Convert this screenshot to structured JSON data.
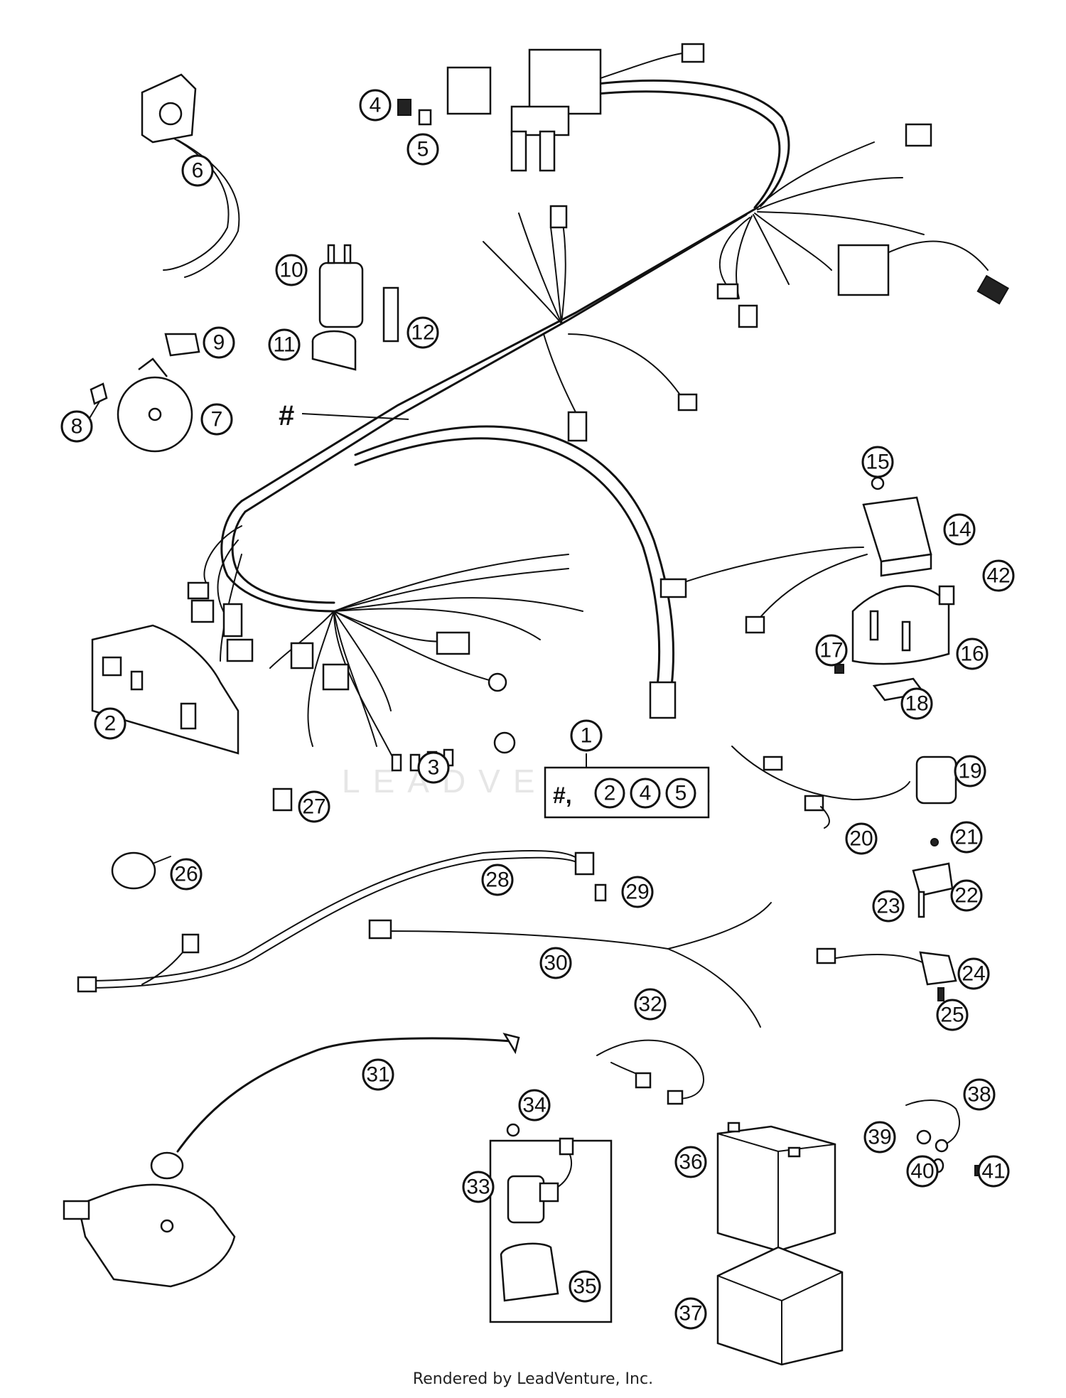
{
  "diagram": {
    "watermark": "LEADVENTURE",
    "hash_mark": "#",
    "kit_label": "#,",
    "kit_circled": [
      "2",
      "4",
      "5"
    ],
    "callouts": [
      "1",
      "2",
      "3",
      "4",
      "5",
      "6",
      "7",
      "8",
      "9",
      "10",
      "11",
      "12",
      "14",
      "15",
      "16",
      "17",
      "18",
      "19",
      "20",
      "21",
      "22",
      "23",
      "24",
      "25",
      "26",
      "27",
      "28",
      "29",
      "30",
      "31",
      "32",
      "33",
      "34",
      "35",
      "36",
      "37",
      "38",
      "39",
      "40",
      "41",
      "42"
    ]
  },
  "footer": {
    "text": "Rendered by LeadVenture, Inc."
  }
}
